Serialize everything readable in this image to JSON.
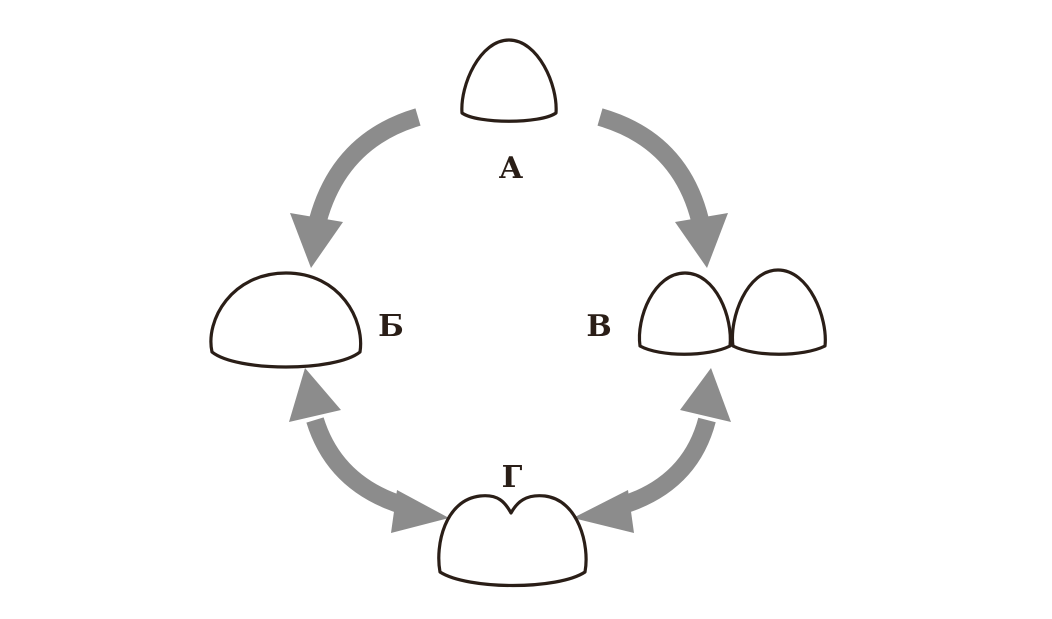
{
  "diagram": {
    "labels": {
      "a": "А",
      "b": "Б",
      "v": "В",
      "g": "Г"
    },
    "colors": {
      "outline": "#2a1e17",
      "arrow": "#8c8c8c",
      "background": "#ffffff"
    },
    "nodes": [
      {
        "id": "a",
        "shape": "single-dome"
      },
      {
        "id": "b",
        "shape": "wide-dome"
      },
      {
        "id": "v",
        "shape": "double-dome"
      },
      {
        "id": "g",
        "shape": "notched-dome"
      }
    ],
    "edges": [
      {
        "from": "a",
        "to": "b",
        "direction": "one-way"
      },
      {
        "from": "a",
        "to": "v",
        "direction": "one-way"
      },
      {
        "from": "b",
        "to": "g",
        "direction": "two-way"
      },
      {
        "from": "v",
        "to": "g",
        "direction": "two-way"
      }
    ]
  }
}
